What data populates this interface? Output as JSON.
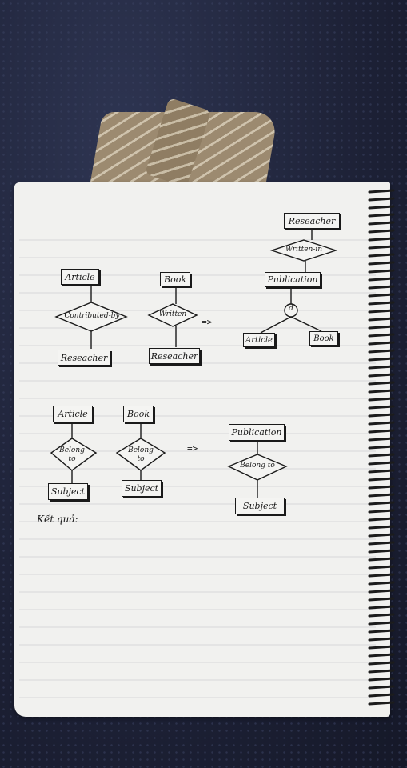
{
  "diagram": {
    "top_left": {
      "entities": [
        "Article",
        "Book"
      ],
      "relationships": [
        "Contributed-by",
        "Written"
      ],
      "targets": [
        "Reseacher",
        "Reseacher"
      ]
    },
    "top_right": {
      "entity_top": "Reseacher",
      "relationship": "Written-in",
      "entity_parent": "Publication",
      "specialization": "d",
      "subtypes": [
        "Article",
        "Book"
      ]
    },
    "bottom_left": {
      "entities": [
        "Article",
        "Book"
      ],
      "relationship_line1": [
        "Belong",
        "Belong"
      ],
      "relationship_line2": [
        "to",
        "to"
      ],
      "targets": [
        "Subject",
        "Subject"
      ]
    },
    "bottom_right": {
      "entity_parent": "Publication",
      "relationship": "Belong to",
      "target": "Subject"
    },
    "arrows": [
      "=>",
      "=>"
    ],
    "result_label": "Kết quả:"
  }
}
